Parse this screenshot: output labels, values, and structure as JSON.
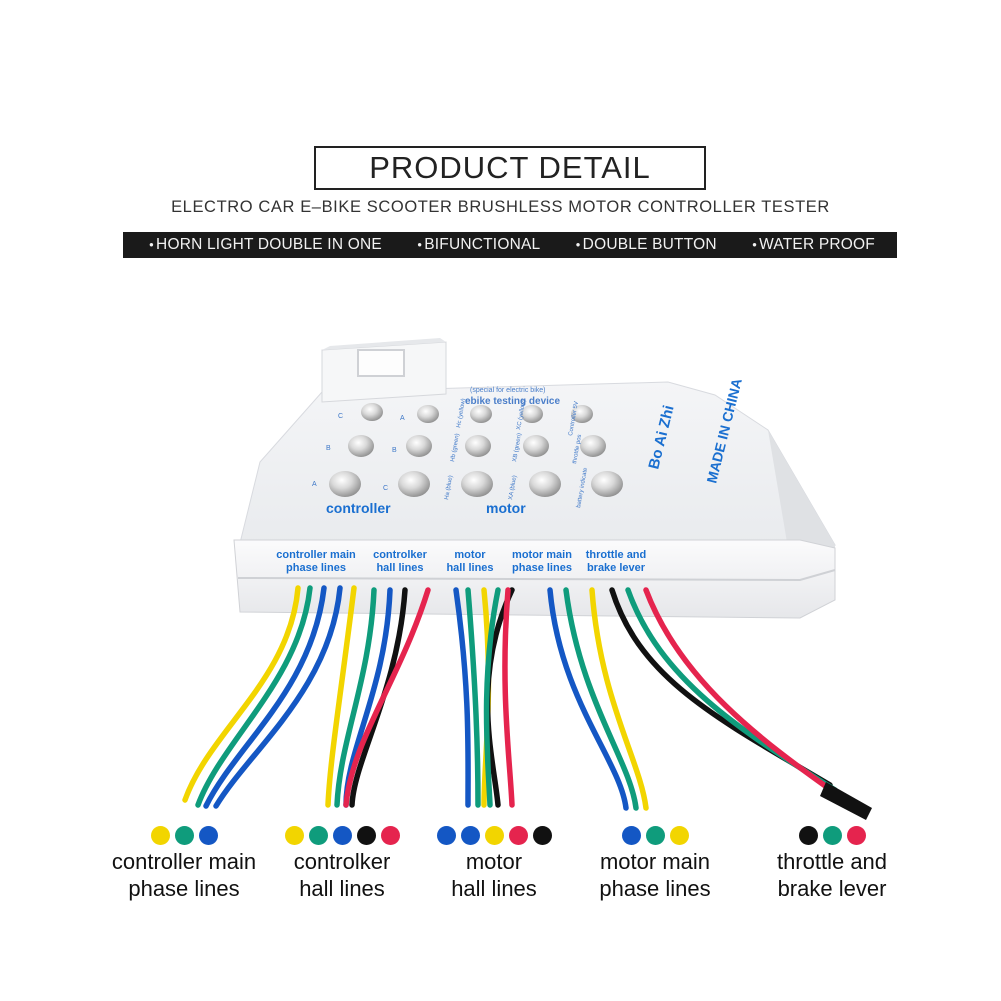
{
  "header": {
    "title": "PRODUCT  DETAIL",
    "subtitle": "ELECTRO CAR E–BIKE SCOOTER BRUSHLESS MOTOR CONTROLLER TESTER",
    "features": [
      "HORN LIGHT DOUBLE IN ONE",
      "BIFUNCTIONAL",
      "DOUBLE BUTTON",
      "WATER PROOF"
    ]
  },
  "device": {
    "top_text": [
      "(special for electric bike)",
      "ebike testing device"
    ],
    "brand": "Bo Ai Zhi",
    "origin": "MADE IN CHINA",
    "section_controller": "controller",
    "section_motor": "motor",
    "led_labels_left": [
      "A",
      "B",
      "C"
    ],
    "led_labels_mid": [
      "C",
      "B",
      "A"
    ],
    "led_labels_motor": [
      "Ha (blue)",
      "Hb (green)",
      "Hc (yellow)"
    ],
    "led_labels_phase": [
      "XA (blue)",
      "XB (green)",
      "XC (yellow)"
    ],
    "led_labels_extra": [
      "battery indicate",
      "throttle pos",
      "Controller 5V"
    ],
    "port_labels": [
      {
        "line1": "controller main",
        "line2": "phase lines"
      },
      {
        "line1": "controlker",
        "line2": "hall lines"
      },
      {
        "line1": "motor",
        "line2": "hall lines"
      },
      {
        "line1": "motor main",
        "line2": "phase lines"
      },
      {
        "line1": "throttle and",
        "line2": "brake lever"
      }
    ]
  },
  "colors": {
    "yellow": "#f2d500",
    "green": "#0f9c7c",
    "blue": "#1457c4",
    "black": "#111111",
    "red": "#e5244e",
    "label_blue": "#1a6fd0"
  },
  "legend": [
    {
      "line1": "controller main",
      "line2": "phase lines",
      "dots": [
        "yellow",
        "green",
        "blue"
      ]
    },
    {
      "line1": "controlker",
      "line2": "hall lines",
      "dots": [
        "yellow",
        "green",
        "blue",
        "black",
        "red"
      ]
    },
    {
      "line1": "motor",
      "line2": "hall lines",
      "dots": [
        "blue",
        "blue",
        "yellow",
        "red",
        "black"
      ]
    },
    {
      "line1": "motor main",
      "line2": "phase lines",
      "dots": [
        "blue",
        "green",
        "yellow"
      ]
    },
    {
      "line1": "throttle and",
      "line2": "brake lever",
      "dots": [
        "black",
        "green",
        "red"
      ]
    }
  ]
}
